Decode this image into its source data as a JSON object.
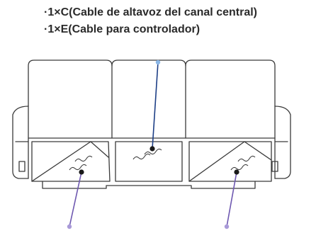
{
  "caption": {
    "line1": "·1×C(Cable de altavoz del canal central)",
    "line2": "·1×E(Cable para controlador)"
  },
  "colors": {
    "outline": "#3a3a3a",
    "callout_center": "#1d3f86",
    "callout_center_dot": "#8ab6e6",
    "callout_side": "#6e58b0",
    "callout_side_dot": "#a99ad8",
    "marker": "#1a1a1a"
  },
  "icons": [
    "sofa-outline",
    "cable-icon",
    "port-icon"
  ]
}
